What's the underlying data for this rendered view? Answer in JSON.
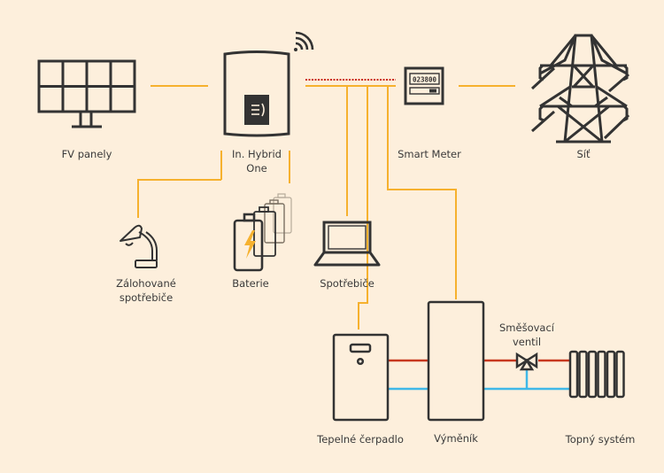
{
  "colors": {
    "background": "#fdefdc",
    "ink": "#333333",
    "power_line": "#f6b12e",
    "data_line": "#cc2b1d",
    "hot_pipe": "#c8381f",
    "cold_pipe": "#3fb8e8",
    "bolt": "#f6b12e"
  },
  "labels": {
    "pv_panels": "FV panely",
    "inverter_line1": "In. Hybrid",
    "inverter_line2": "One",
    "smart_meter": "Smart Meter",
    "grid": "Síť",
    "backup_loads_line1": "Zálohované",
    "backup_loads_line2": "spotřebiče",
    "battery": "Baterie",
    "loads": "Spotřebiče",
    "heat_pump": "Tepelné čerpadlo",
    "exchanger": "Výměník",
    "mixing_valve_line1": "Směšovací",
    "mixing_valve_line2": "ventil",
    "heating_system": "Topný systém"
  },
  "smart_meter_reading": "023800"
}
